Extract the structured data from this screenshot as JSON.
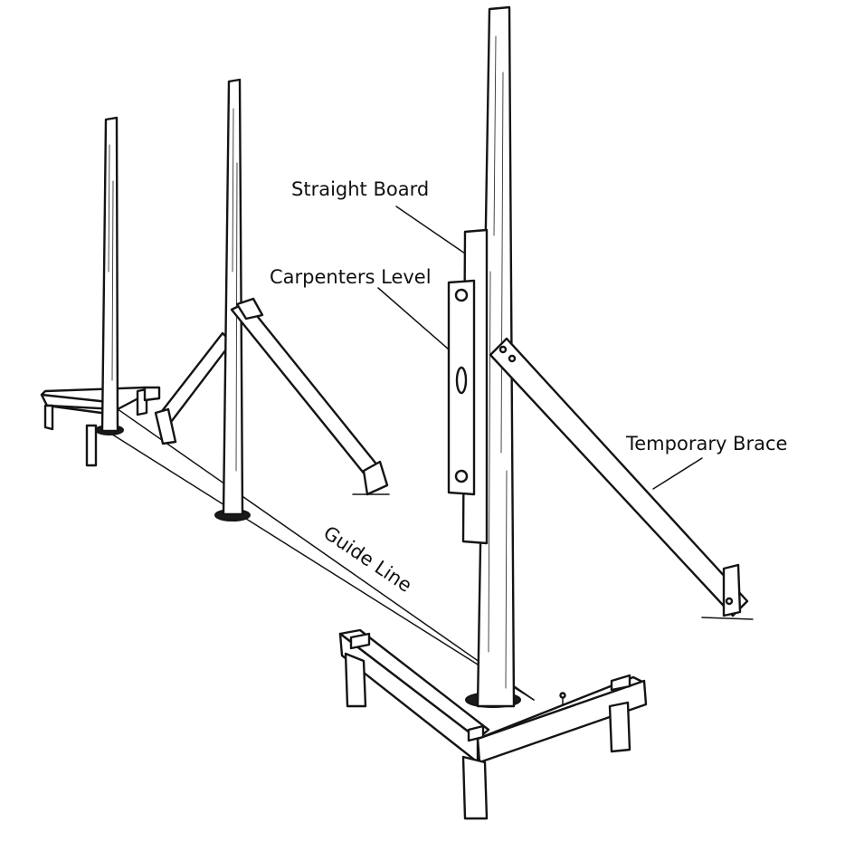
{
  "labels": {
    "straight_board": "Straight Board",
    "carpenters_level": "Carpenters Level",
    "temporary_brace": "Temporary Brace",
    "guide_line": "Guide Line"
  },
  "colors": {
    "ink": "#141414",
    "paper": "#ffffff"
  }
}
